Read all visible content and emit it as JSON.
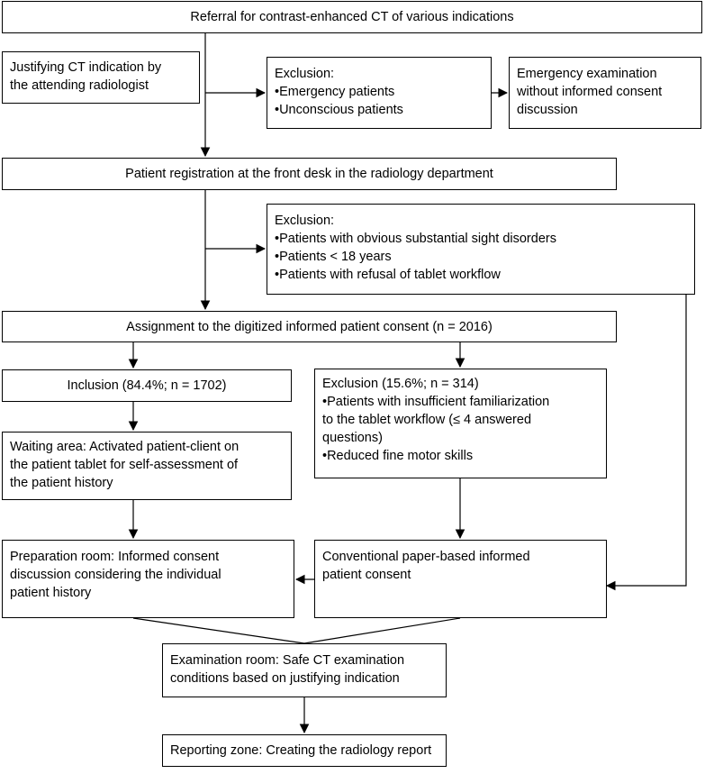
{
  "nodes": {
    "referral": {
      "text": "Referral for contrast-enhanced CT of various indications"
    },
    "justify": {
      "lines": [
        "Justifying CT indication by",
        "the attending radiologist"
      ]
    },
    "excl1": {
      "heading": "Exclusion:",
      "bullets": [
        "Emergency patients",
        "Unconscious patients"
      ]
    },
    "emergency": {
      "lines": [
        "Emergency examination",
        "without informed consent",
        "discussion"
      ]
    },
    "registration": {
      "text": "Patient registration at the front desk in the radiology department"
    },
    "excl2": {
      "heading": "Exclusion:",
      "bullets": [
        "Patients with obvious substantial sight disorders",
        "Patients < 18 years",
        "Patients with refusal of tablet workflow"
      ]
    },
    "assignment": {
      "text": "Assignment to the digitized informed patient consent (n = 2016)"
    },
    "inclusion": {
      "text": "Inclusion (84.4%; n = 1702)"
    },
    "excl3": {
      "heading": "Exclusion (15.6%; n = 314)",
      "bullets": [
        "Patients with insufficient familiarization",
        "to the tablet workflow (≤ 4 answered",
        "questions)",
        "Reduced fine motor skills"
      ]
    },
    "waiting": {
      "lines": [
        "Waiting area: Activated patient-client on",
        "the patient tablet for self-assessment of",
        "the patient history"
      ]
    },
    "preparation": {
      "lines": [
        "Preparation room: Informed consent",
        "discussion considering the individual",
        "patient history"
      ]
    },
    "paper": {
      "lines": [
        "Conventional paper-based informed",
        "patient consent"
      ]
    },
    "examination": {
      "lines": [
        "Examination room: Safe CT examination",
        "conditions based on justifying indication"
      ]
    },
    "reporting": {
      "text": "Reporting zone: Creating the radiology report"
    }
  }
}
